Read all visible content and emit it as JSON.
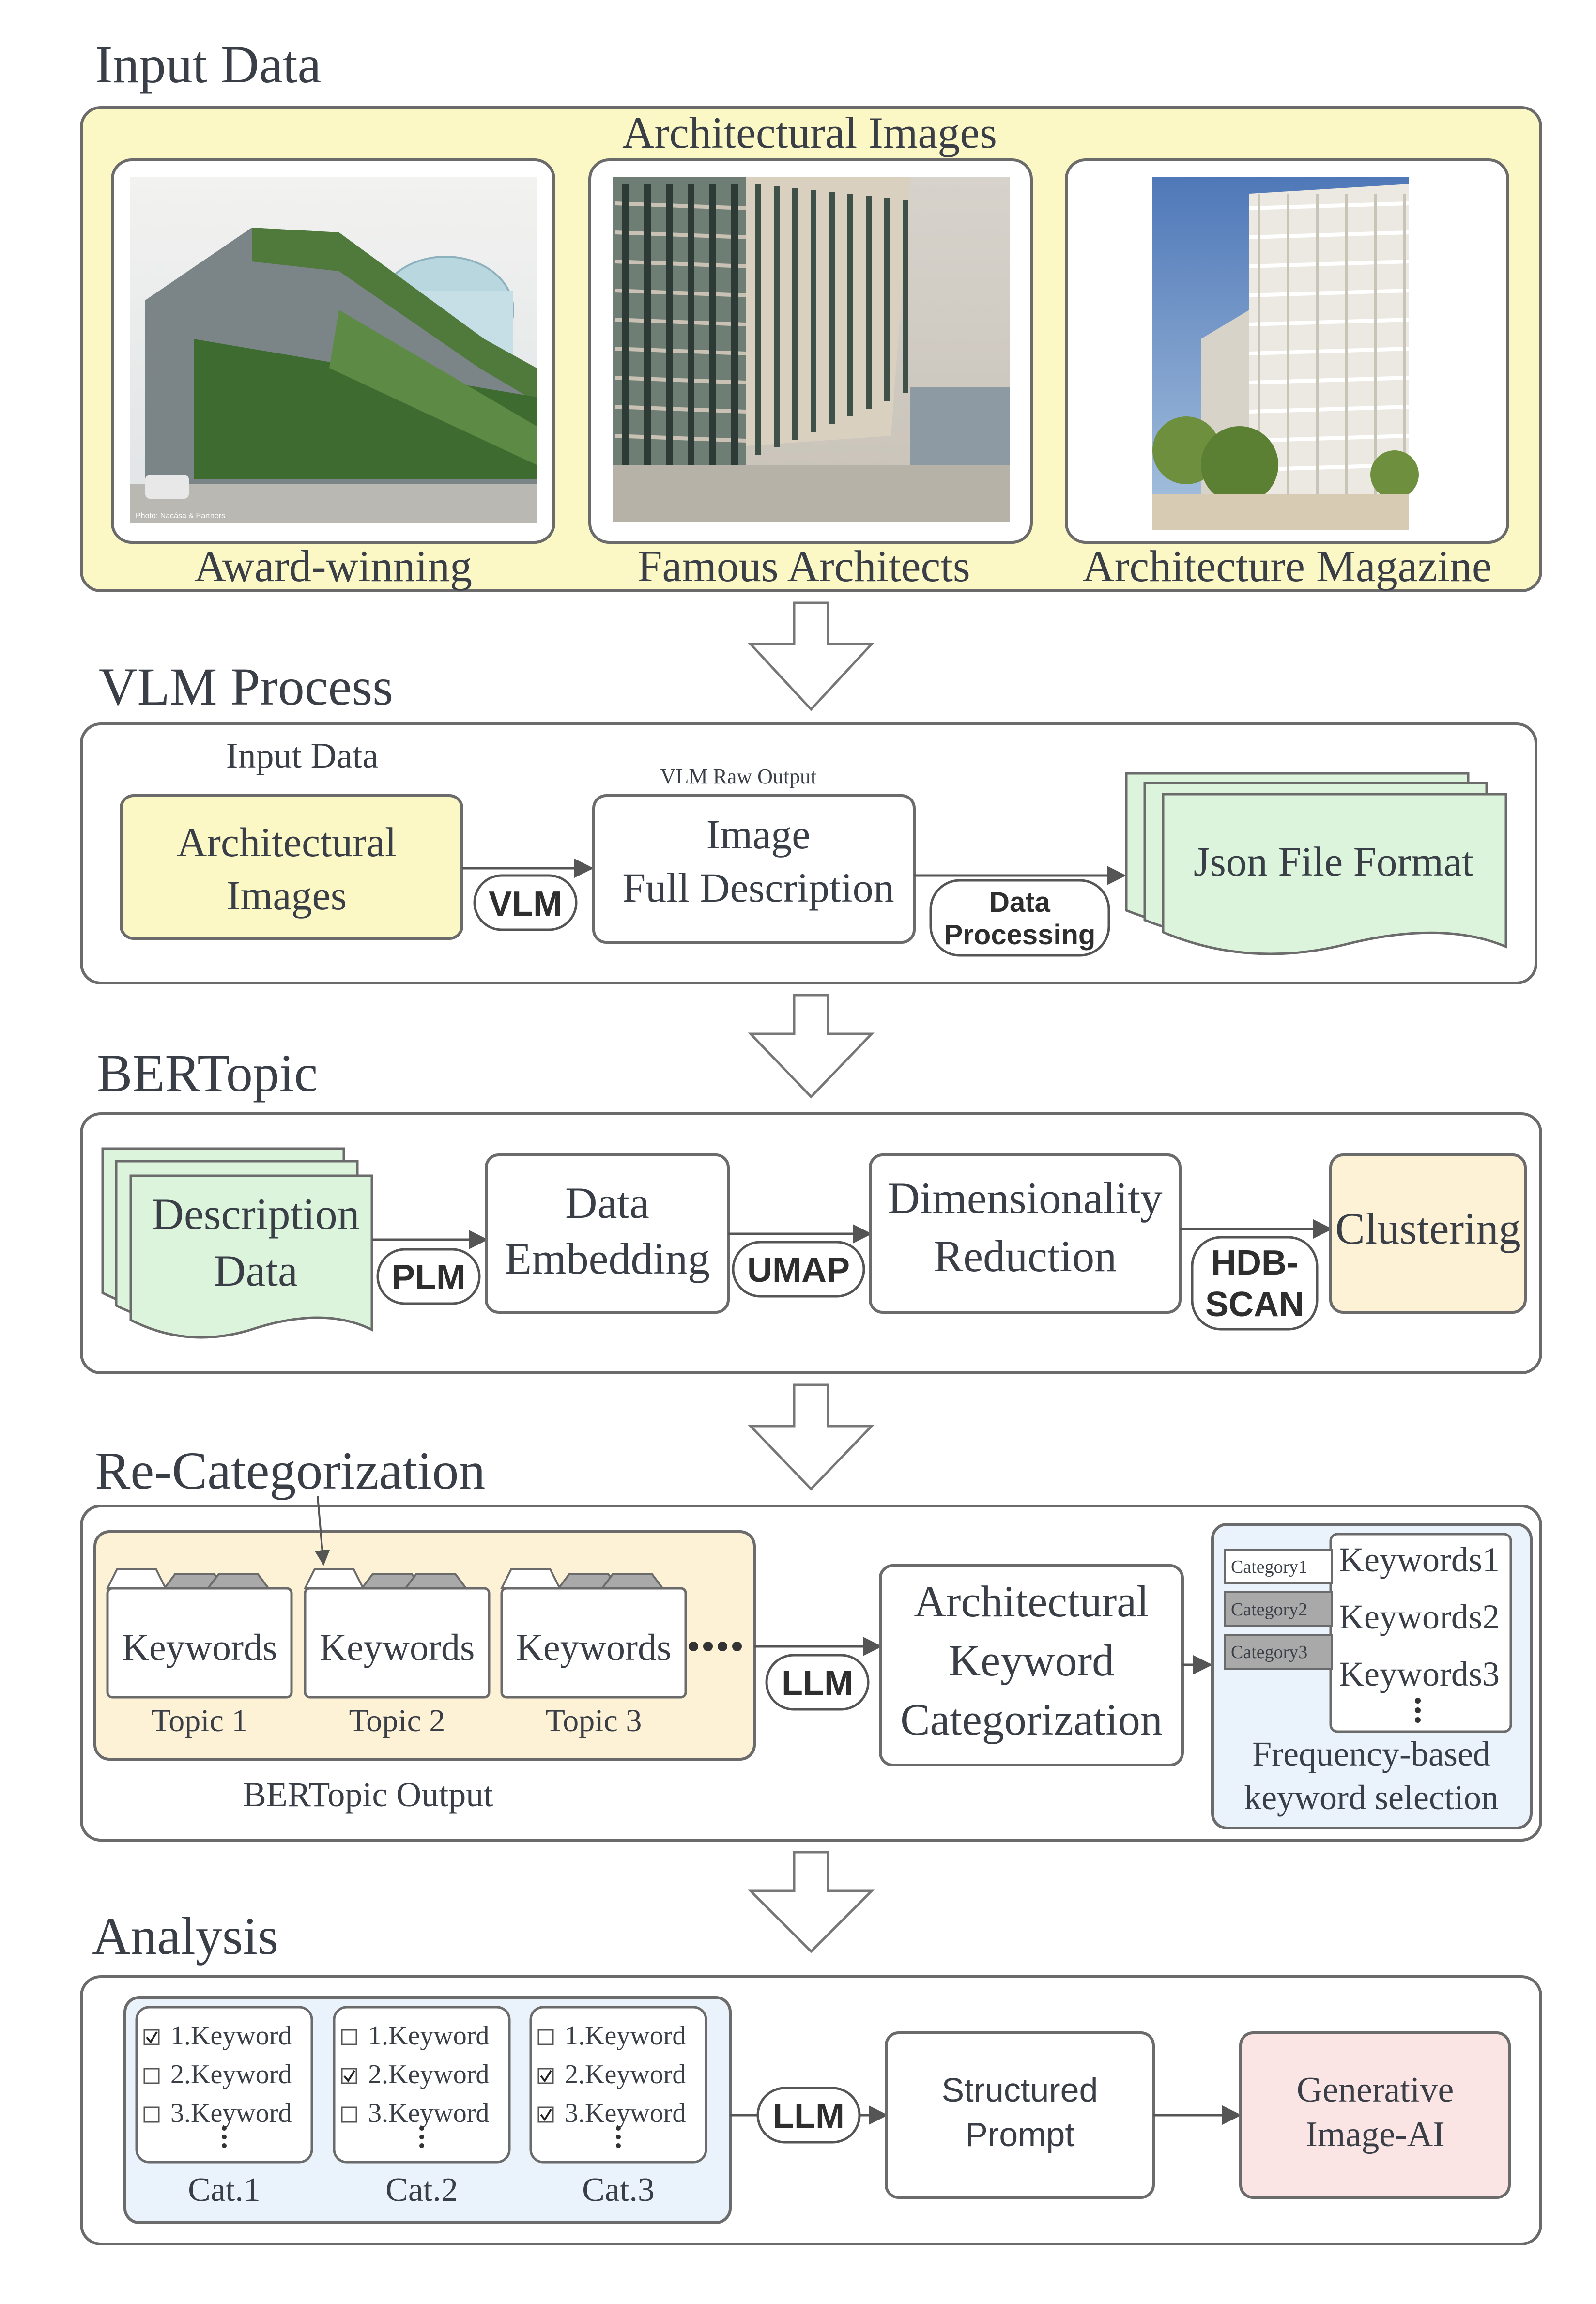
{
  "colors": {
    "yellow": "#fbf8c6",
    "green": "#dcf4dc",
    "orange": "#fdf1d6",
    "blue": "#eaf2fb",
    "pink": "#fbe4e4",
    "gray_folder": "#a9a9a9",
    "stroke": "#6b6b6b",
    "text": "#3a3f47"
  },
  "input_data": {
    "section_title": "Input Data",
    "group_title": "Architectural Images",
    "images": [
      {
        "label": "Award-winning",
        "watermark": "Photo: Nacása & Partners"
      },
      {
        "label": "Famous Architects"
      },
      {
        "label": "Architecture Magazine"
      }
    ]
  },
  "vlm_process": {
    "section_title": "VLM Process",
    "input_caption": "Input Data",
    "input_line1": "Architectural",
    "input_line2": "Images",
    "vlm_label": "VLM",
    "raw_output_caption": "VLM Raw Output",
    "desc_line1": "Image",
    "desc_line2": "Full Description",
    "processing_line1": "Data",
    "processing_line2": "Processing",
    "json_label": "Json File Format"
  },
  "bertopic": {
    "section_title": "BERTopic",
    "desc_line1": "Description",
    "desc_line2": "Data",
    "plm_label": "PLM",
    "embed_line1": "Data",
    "embed_line2": "Embedding",
    "umap_label": "UMAP",
    "dim_line1": "Dimensionality",
    "dim_line2": "Reduction",
    "hdb_line1": "HDB-",
    "hdb_line2": "SCAN",
    "cluster_label": "Clustering"
  },
  "recategorization": {
    "section_title": "Re-Categorization",
    "folders": [
      {
        "label": "Keywords",
        "topic": "Topic 1"
      },
      {
        "label": "Keywords",
        "topic": "Topic 2"
      },
      {
        "label": "Keywords",
        "topic": "Topic 3"
      }
    ],
    "output_caption": "BERTopic Output",
    "llm_label": "LLM",
    "cat_line1": "Architectural",
    "cat_line2": "Keyword",
    "cat_line3": "Categorization",
    "tabs": [
      "Category1",
      "Category2",
      "Category3"
    ],
    "keywords": [
      "Keywords1",
      "Keywords2",
      "Keywords3"
    ],
    "freq_line1": "Frequency-based",
    "freq_line2": "keyword selection"
  },
  "analysis": {
    "section_title": "Analysis",
    "cards": [
      {
        "name": "Cat.1",
        "items": [
          "1.Keyword",
          "2.Keyword",
          "3.Keyword"
        ],
        "checked": [
          true,
          false,
          false
        ]
      },
      {
        "name": "Cat.2",
        "items": [
          "1.Keyword",
          "2.Keyword",
          "3.Keyword"
        ],
        "checked": [
          false,
          true,
          false
        ]
      },
      {
        "name": "Cat.3",
        "items": [
          "1.Keyword",
          "2.Keyword",
          "3.Keyword"
        ],
        "checked": [
          false,
          true,
          true
        ]
      }
    ],
    "llm_label": "LLM",
    "prompt_line1": "Structured",
    "prompt_line2": "Prompt",
    "gen_line1": "Generative",
    "gen_line2": "Image-AI"
  }
}
